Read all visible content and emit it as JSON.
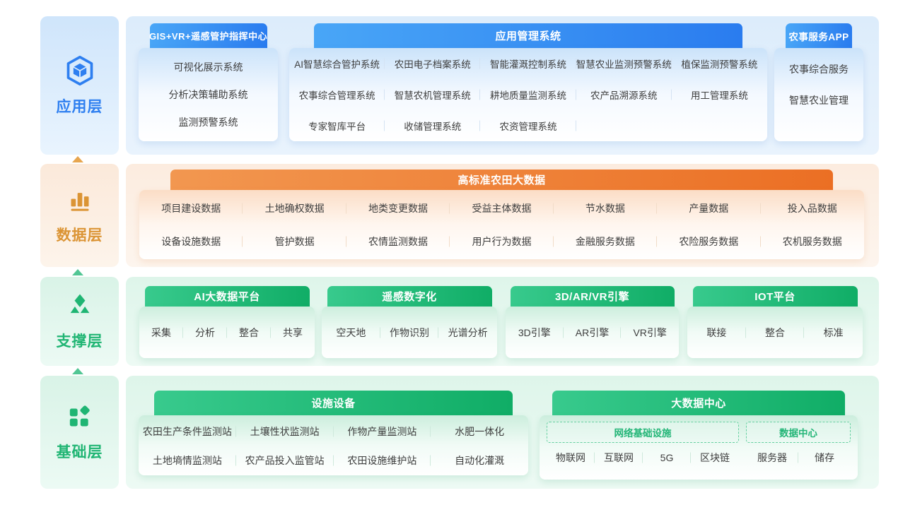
{
  "colors": {
    "blue": "#2E7FF0",
    "orange": "#EB7226",
    "gold": "#DB9434",
    "green": "#1FB573"
  },
  "app": {
    "label": "应用层",
    "gis": {
      "header": "GIS+VR+遥感管护指挥中心",
      "items": [
        "可视化展示系统",
        "分析决策辅助系统",
        "监测预警系统"
      ]
    },
    "mgmt": {
      "header": "应用管理系统",
      "row1": [
        "AI智慧综合管护系统",
        "农田电子档案系统",
        "智能灌溉控制系统",
        "智慧农业监测预警系统",
        "植保监测预警系统"
      ],
      "row2": [
        "农事综合管理系统",
        "智慧农机管理系统",
        "耕地质量监测系统",
        "农产品溯源系统",
        "用工管理系统"
      ],
      "row3": [
        "专家智库平台",
        "收储管理系统",
        "农资管理系统"
      ]
    },
    "appsvc": {
      "header": "农事服务APP",
      "items": [
        "农事综合服务",
        "智慧农业管理"
      ]
    }
  },
  "data": {
    "label": "数据层",
    "header": "高标准农田大数据",
    "row1": [
      "项目建设数据",
      "土地确权数据",
      "地类变更数据",
      "受益主体数据",
      "节水数据",
      "产量数据",
      "投入品数据"
    ],
    "row2": [
      "设备设施数据",
      "管护数据",
      "农情监测数据",
      "用户行为数据",
      "金融服务数据",
      "农险服务数据",
      "农机服务数据"
    ]
  },
  "support": {
    "label": "支撑层",
    "g1": {
      "header": "AI大数据平台",
      "items": [
        "采集",
        "分析",
        "整合",
        "共享"
      ]
    },
    "g2": {
      "header": "遥感数字化",
      "items": [
        "空天地",
        "作物识别",
        "光谱分析"
      ]
    },
    "g3": {
      "header": "3D/AR/VR引擎",
      "items": [
        "3D引擎",
        "AR引擎",
        "VR引擎"
      ]
    },
    "g4": {
      "header": "IOT平台",
      "items": [
        "联接",
        "整合",
        "标准"
      ]
    }
  },
  "base": {
    "label": "基础层",
    "facility": {
      "header": "设施设备",
      "row1": [
        "农田生产条件监测站",
        "土壤性状监测站",
        "作物产量监测站",
        "水肥一体化"
      ],
      "row2": [
        "土地墒情监测站",
        "农产品投入监管站",
        "农田设施维护站",
        "自动化灌溉"
      ]
    },
    "bigdata": {
      "header": "大数据中心",
      "net_label": "网络基础设施",
      "dc_label": "数据中心",
      "net_items": [
        "物联网",
        "互联网",
        "5G",
        "区块链"
      ],
      "dc_items": [
        "服务器",
        "储存"
      ]
    }
  }
}
